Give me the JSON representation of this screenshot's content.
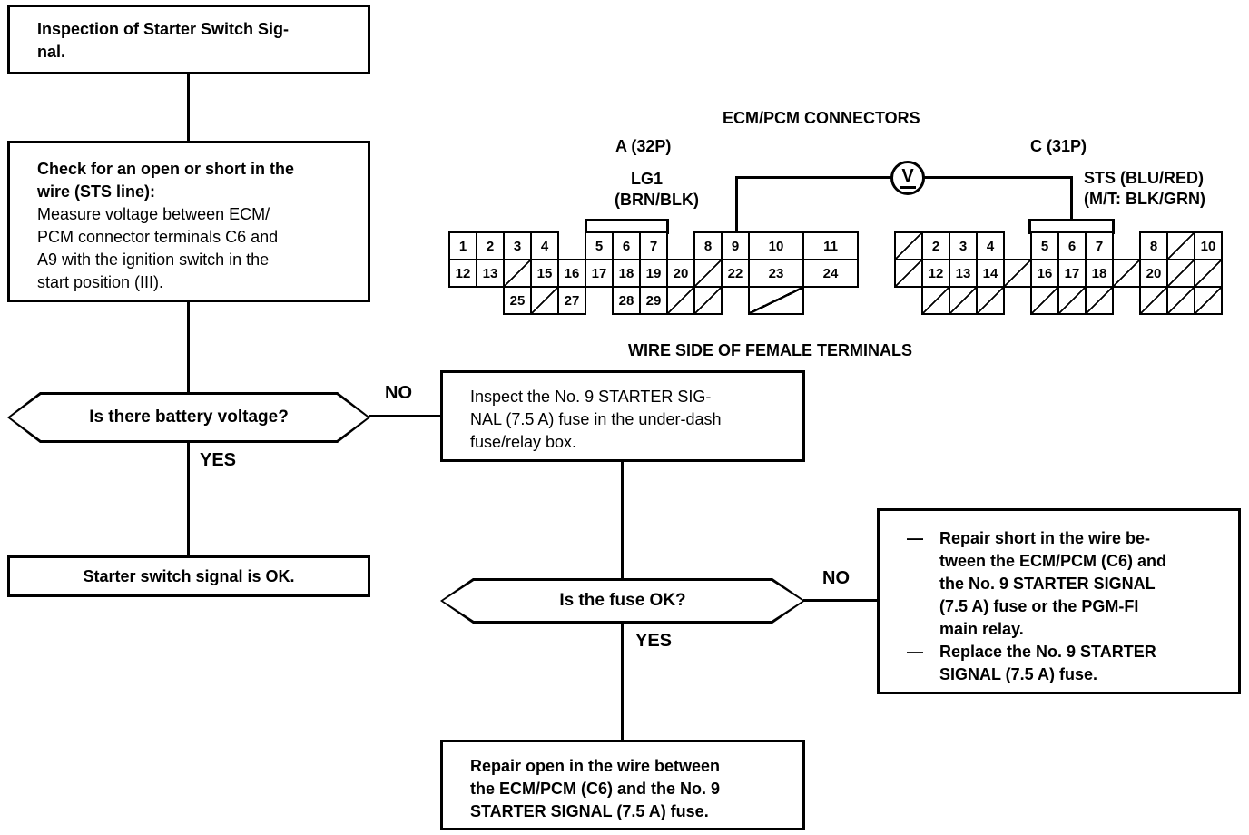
{
  "flowchart": {
    "start_box": "Inspection of Starter Switch Sig-\nnal.",
    "check_box": {
      "bold": "Check for an open or short in the\nwire (STS line):",
      "normal": "Measure voltage between ECM/\nPCM connector terminals C6 and\nA9 with the ignition switch in the\nstart position (III)."
    },
    "battery_question": "Is there battery voltage?",
    "battery_no": "NO",
    "battery_yes": "YES",
    "ok_box": "Starter switch signal is OK.",
    "inspect_fuse_box": "Inspect the No. 9 STARTER SIG-\nNAL (7.5 A) fuse in the under-dash\nfuse/relay box.",
    "fuse_question": "Is the fuse OK?",
    "fuse_no": "NO",
    "fuse_yes": "YES",
    "repair_short_box": {
      "bullet": "—",
      "items": [
        "Repair short in the wire be-\ntween the ECM/PCM (C6) and\nthe No. 9 STARTER SIGNAL\n(7.5 A) fuse or the PGM-FI\nmain relay.",
        "Replace the No. 9 STARTER\nSIGNAL (7.5 A) fuse."
      ]
    },
    "repair_open_box": "Repair open in the wire between\nthe ECM/PCM (C6) and the No. 9\nSTARTER SIGNAL (7.5 A) fuse."
  },
  "connector_diagram": {
    "title": "ECM/PCM CONNECTORS",
    "footer": "WIRE SIDE OF FEMALE TERMINALS",
    "meter_symbol": "V",
    "colors": {
      "ink": "#000000",
      "paper": "#ffffff"
    },
    "connector_a": {
      "label": "A (32P)",
      "terminal_label_line1": "LG1",
      "terminal_label_line2": "(BRN/BLK)",
      "rows": [
        [
          "1",
          "2",
          "3",
          "4",
          null,
          "5",
          "6",
          "7",
          null,
          "8",
          "9",
          {
            "n": "10",
            "w": 2
          },
          {
            "n": "11",
            "w": 2
          }
        ],
        [
          "12",
          "13",
          "/",
          "15",
          "16",
          "17",
          "18",
          "19",
          "20",
          "/",
          "22",
          {
            "n": "23",
            "w": 2
          },
          {
            "n": "24",
            "w": 2
          }
        ],
        [
          null,
          null,
          "25",
          "/",
          "27",
          null,
          "28",
          "29",
          "/",
          "/",
          null,
          {
            "n": "/",
            "w": 2
          },
          null
        ]
      ]
    },
    "connector_c": {
      "label": "C (31P)",
      "terminal_label_line1": "STS (BLU/RED)",
      "terminal_label_line2": "(M/T: BLK/GRN)",
      "rows": [
        [
          "/",
          "2",
          "3",
          "4",
          null,
          "5",
          "6",
          "7",
          null,
          "8",
          "/",
          "10"
        ],
        [
          "/",
          "12",
          "13",
          "14",
          "/",
          "16",
          "17",
          "18",
          "/",
          "20",
          "/",
          "/"
        ],
        [
          null,
          "/",
          "/",
          "/",
          null,
          "/",
          "/",
          "/",
          null,
          "/",
          "/",
          "/"
        ]
      ]
    }
  }
}
